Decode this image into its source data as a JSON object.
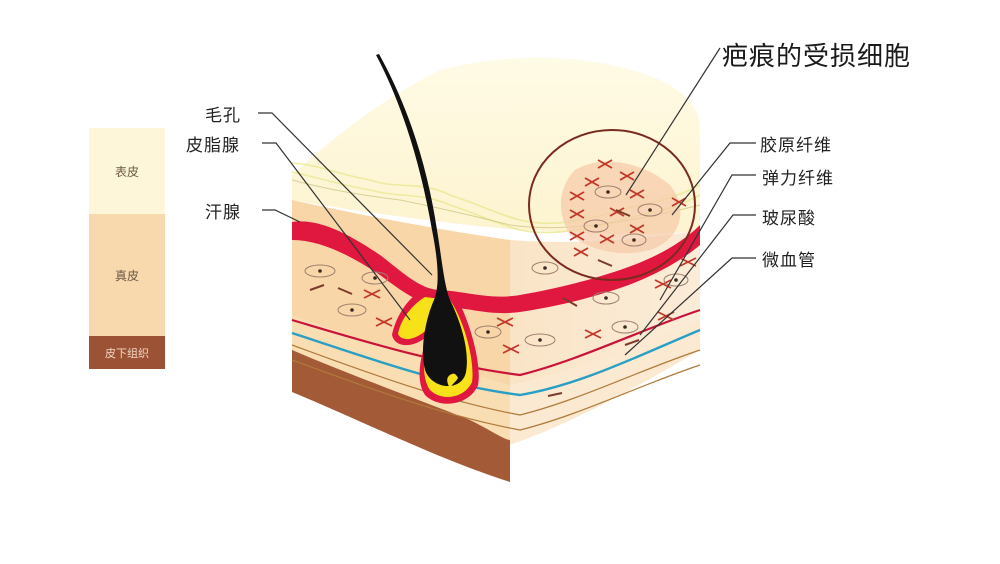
{
  "legend": {
    "epidermis": "表皮",
    "dermis": "真皮",
    "subcutaneous": "皮下组织"
  },
  "labels": {
    "hair_pore": "毛孔",
    "sebaceous_gland": "皮脂腺",
    "sweat_gland": "汗腺",
    "scar_damaged_cells": "疤痕的受损细胞",
    "collagen_fiber": "胶原纤维",
    "elastic_fiber": "弹力纤维",
    "hyaluronic_acid": "玻尿酸",
    "capillary": "微血管"
  },
  "colors": {
    "epidermis": "#fdf6d8",
    "dermis": "#f8d9ad",
    "subcutaneous": "#9c5234",
    "blood_vessel": "#e0173f",
    "gland": "#f7e21a",
    "hair": "#111111",
    "nerve_blue": "#2a9fc4",
    "fiber_mark": "#c0392b"
  }
}
